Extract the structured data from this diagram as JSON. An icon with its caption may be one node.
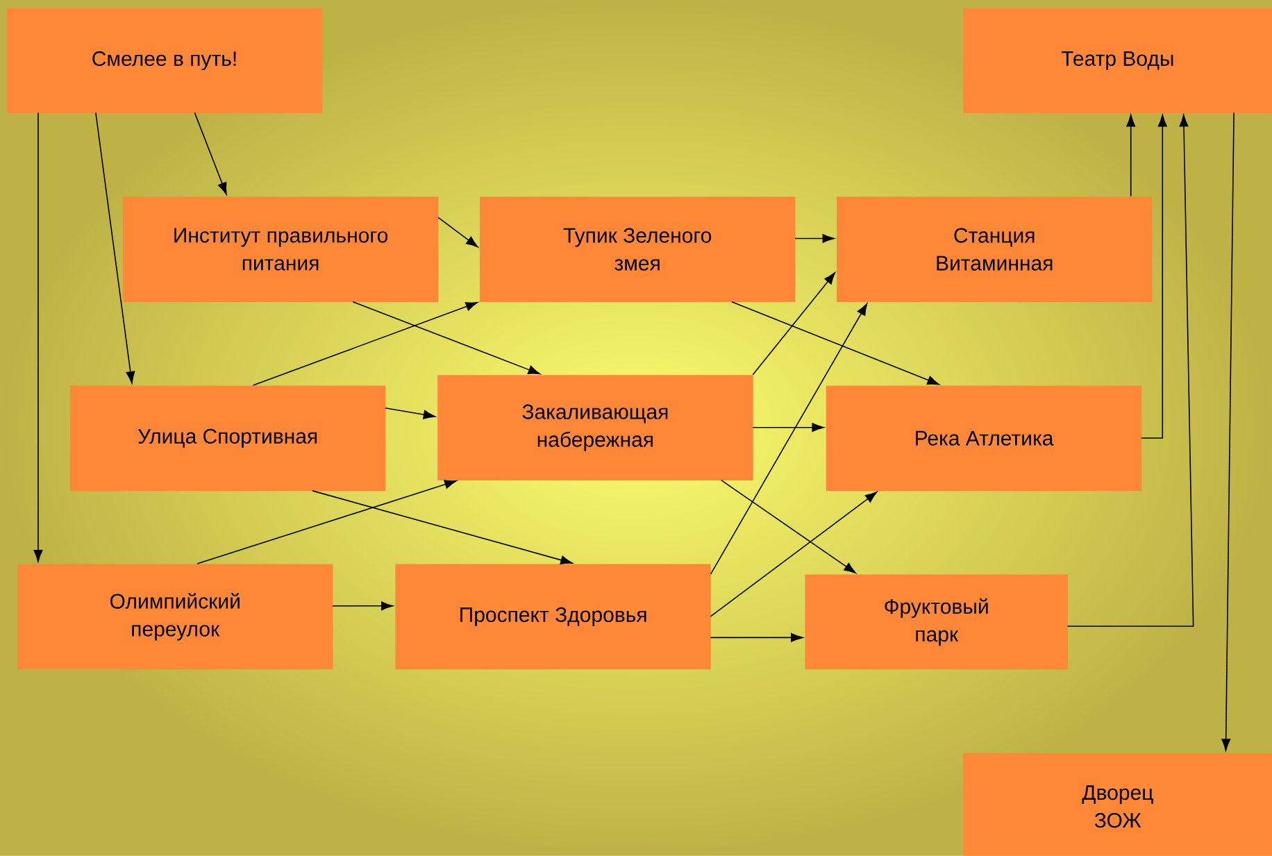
{
  "diagram": {
    "nodes": [
      {
        "text": [
          "Смелее в путь!"
        ]
      },
      {
        "text": [
          "Театр Воды"
        ]
      },
      {
        "text": [
          "Институт правильного питания"
        ]
      },
      {
        "text": [
          "Тупик Зеленого змея"
        ]
      },
      {
        "text": [
          "Станция Витаминная"
        ]
      },
      {
        "text": [
          "Улица Спортивная"
        ]
      },
      {
        "text": [
          "Закаливающая набережная"
        ]
      },
      {
        "text": [
          "Река Атлетика"
        ]
      },
      {
        "text": [
          "Олимпийский переулок"
        ]
      },
      {
        "text": [
          "Проспект Здоровья"
        ]
      },
      {
        "text": [
          "Фруктовый парк"
        ]
      },
      {
        "text": [
          "Дворец ЗОЖ"
        ]
      }
    ],
    "edges": [
      {
        "from": 0,
        "to": 8,
        "arrow": "to"
      },
      {
        "from": 0,
        "to": 5,
        "arrow": "to"
      },
      {
        "from": 0,
        "to": 2,
        "arrow": "to"
      },
      {
        "from": 2,
        "to": 3,
        "arrow": "to"
      },
      {
        "from": 2,
        "to": 6,
        "arrow": "to"
      },
      {
        "from": 3,
        "to": 4,
        "arrow": "to"
      },
      {
        "from": 3,
        "to": 7,
        "arrow": "to"
      },
      {
        "from": 5,
        "to": 3,
        "arrow": "to"
      },
      {
        "from": 5,
        "to": 6,
        "arrow": "to"
      },
      {
        "from": 5,
        "to": 9,
        "arrow": "to"
      },
      {
        "from": 6,
        "to": 4,
        "arrow": "to"
      },
      {
        "from": 6,
        "to": 7,
        "arrow": "to"
      },
      {
        "from": 6,
        "to": 10,
        "arrow": "to"
      },
      {
        "from": 8,
        "to": 6,
        "arrow": "to"
      },
      {
        "from": 8,
        "to": 9,
        "arrow": "to"
      },
      {
        "from": 9,
        "to": 4,
        "arrow": "to"
      },
      {
        "from": 9,
        "to": 7,
        "arrow": "to"
      },
      {
        "from": 9,
        "to": 10,
        "arrow": "to"
      },
      {
        "from": 4,
        "to": 1,
        "arrow": "to"
      },
      {
        "from": 7,
        "to": 1,
        "arrow": "to"
      },
      {
        "from": 10,
        "to": 1,
        "arrow": "to"
      },
      {
        "from": 1,
        "to": 11,
        "arrow": "to"
      }
    ]
  }
}
